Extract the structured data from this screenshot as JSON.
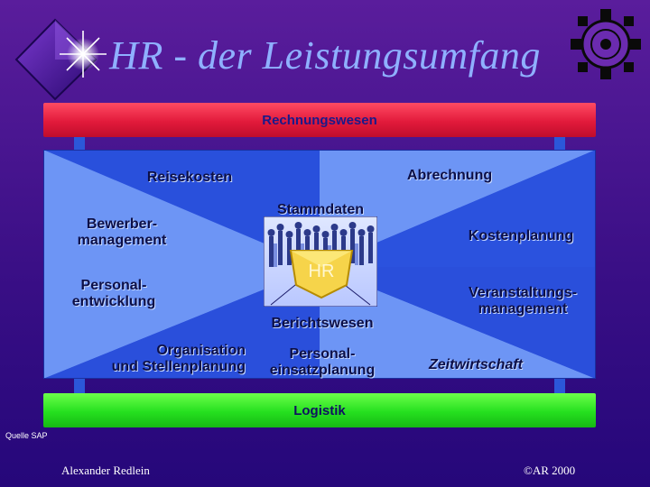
{
  "title": "HR - der Leistungsumfang",
  "top_bar": "Rechnungswesen",
  "bottom_bar": "Logistik",
  "center": {
    "label": "HR",
    "stammdaten": "Stammdaten",
    "berichtswesen": "Berichtswesen"
  },
  "areas": {
    "reisekosten": "Reisekosten",
    "abrechnung": "Abrechnung",
    "bewerber_line1": "Bewerber-",
    "bewerber_line2": "management",
    "kostenplanung": "Kostenplanung",
    "personal_line1": "Personal-",
    "personal_line2": "entwicklung",
    "veranstaltung_line1": "Veranstaltungs-",
    "veranstaltung_line2": "management",
    "organisation_line1": "Organisation",
    "organisation_line2": "und Stellenplanung",
    "einsatz_line1": "Personal-",
    "einsatz_line2": "einsatzplanung",
    "zeitwirtschaft": "Zeitwirtschaft"
  },
  "footer": {
    "source": "Quelle SAP",
    "author": "Alexander Redlein",
    "copyright": "©AR 2000"
  },
  "colors": {
    "background": "#3a0f86",
    "panel_light": "#5f8cf2",
    "panel_dark": "#2647d6",
    "top_bar": "#e21a3b",
    "bottom_bar": "#25e01f"
  },
  "icons": {
    "sparkle": "sparkle-diamond-icon",
    "logo": "gear-emblem-icon",
    "people": "people-crowd-icon"
  }
}
